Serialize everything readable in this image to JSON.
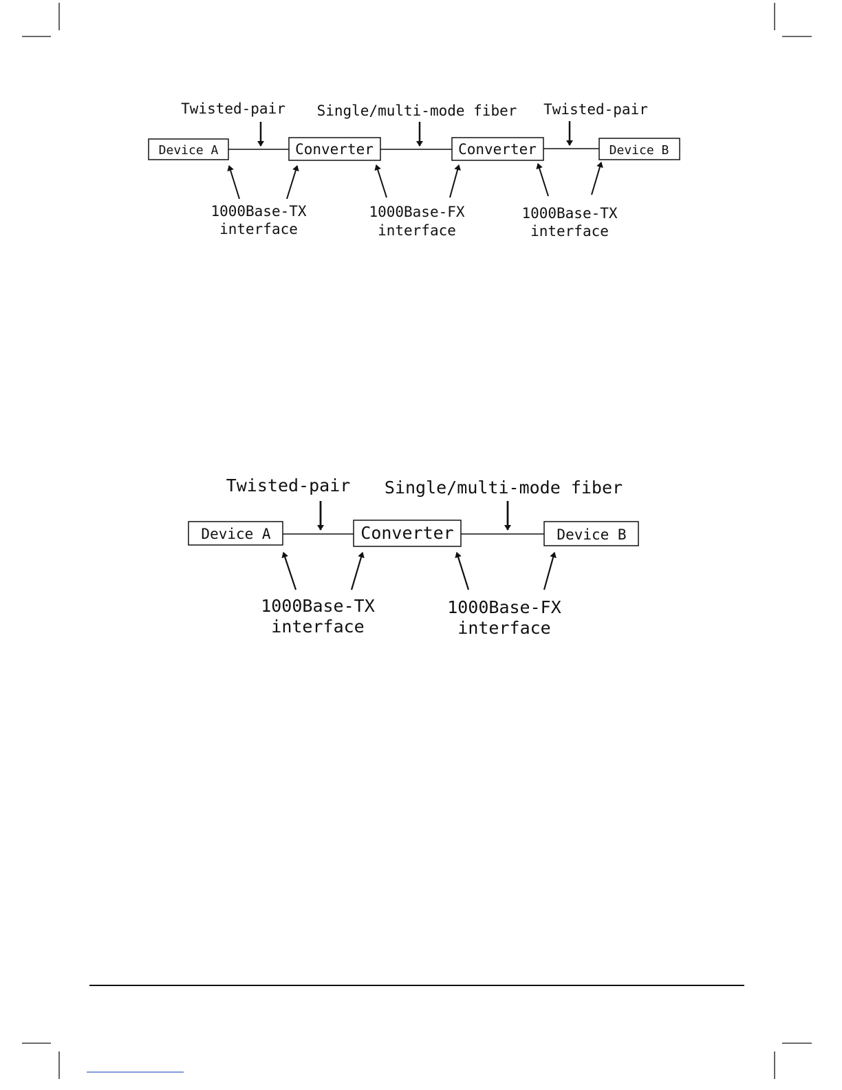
{
  "diagrams": [
    {
      "top_labels": {
        "left": "Twisted-pair",
        "middle": "Single/multi-mode fiber",
        "right": "Twisted-pair"
      },
      "boxes": [
        "Device A",
        "Converter",
        "Converter",
        "Device B"
      ],
      "bottom_labels": [
        {
          "line1": "1000Base-TX",
          "line2": "interface"
        },
        {
          "line1": "1000Base-FX",
          "line2": "interface"
        },
        {
          "line1": "1000Base-TX",
          "line2": "interface"
        }
      ]
    },
    {
      "top_labels": {
        "left": "Twisted-pair",
        "middle": "Single/multi-mode fiber"
      },
      "boxes": [
        "Device A",
        "Converter",
        "Device B"
      ],
      "bottom_labels": [
        {
          "line1": "1000Base-TX",
          "line2": "interface"
        },
        {
          "line1": "1000Base-FX",
          "line2": "interface"
        }
      ]
    }
  ]
}
